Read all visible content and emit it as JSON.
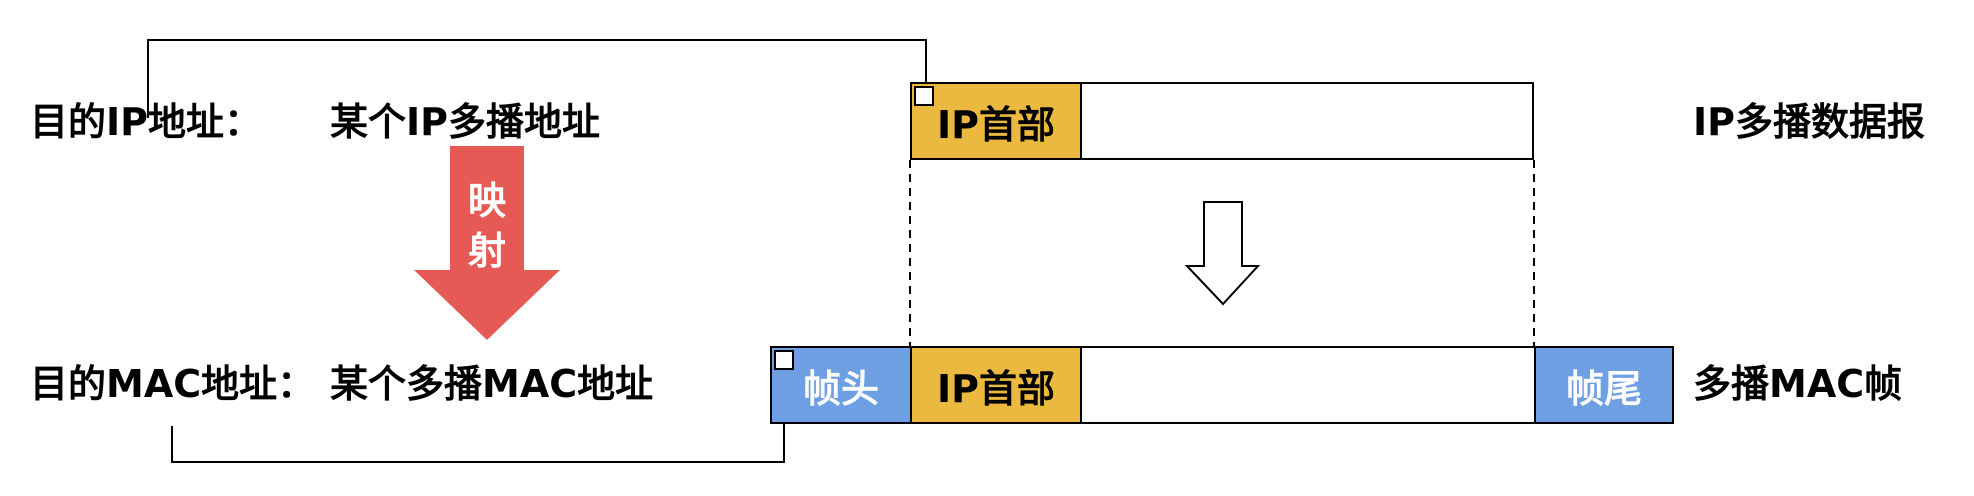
{
  "left": {
    "dest_ip_label": "目的IP地址：",
    "dest_ip_value": "某个IP多播地址",
    "dest_mac_label": "目的MAC地址：",
    "dest_mac_value": "某个多播MAC地址",
    "mapping_char_1": "映",
    "mapping_char_2": "射"
  },
  "right": {
    "ip_header_top": "IP首部",
    "ip_header_bottom": "IP首部",
    "frame_head": "帧头",
    "frame_tail": "帧尾",
    "ip_datagram_label": "IP多播数据报",
    "mac_frame_label": "多播MAC帧"
  },
  "colors": {
    "ip_header": "#ebb93f",
    "frame_part": "#6d9fe2",
    "mapping_arrow": "#e55a55"
  }
}
